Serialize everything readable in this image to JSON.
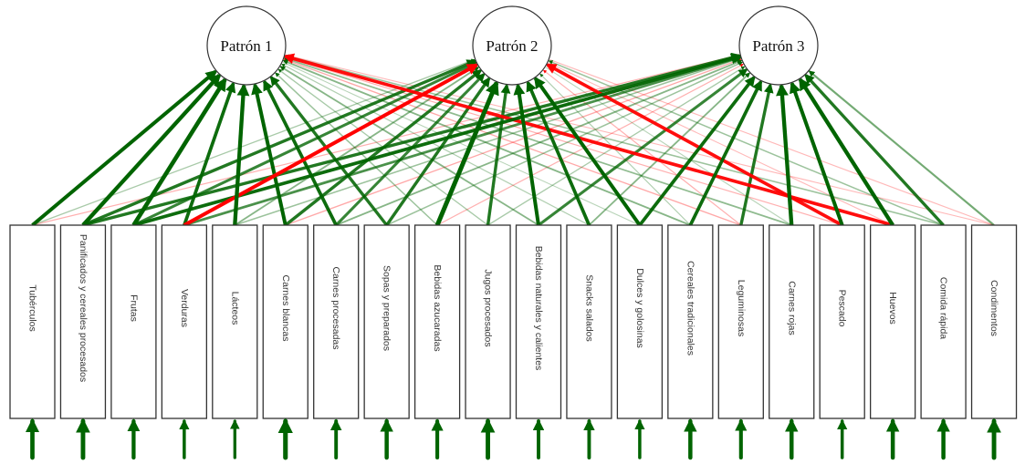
{
  "diagram": {
    "type": "structural equation / factor loading path diagram",
    "latents": [
      {
        "id": "p1",
        "label": "Patrón 1"
      },
      {
        "id": "p2",
        "label": "Patrón 2"
      },
      {
        "id": "p3",
        "label": "Patrón 3"
      }
    ],
    "indicators": [
      {
        "label": "Tubérculos",
        "residual": 0.8
      },
      {
        "label": "Panificados y cereales procesados",
        "residual": 0.85
      },
      {
        "label": "Frutas",
        "residual": 0.7
      },
      {
        "label": "Verduras",
        "residual": 0.5
      },
      {
        "label": "Lácteos",
        "residual": 0.45
      },
      {
        "label": "Carnes blancas",
        "residual": 0.9
      },
      {
        "label": "Carnes procesadas",
        "residual": 0.6
      },
      {
        "label": "Sopas y preparados",
        "residual": 0.75
      },
      {
        "label": "Bebidas azucaradas",
        "residual": 0.65
      },
      {
        "label": "Jugos procesados",
        "residual": 0.85
      },
      {
        "label": "Bebidas naturales y calientes",
        "residual": 0.6
      },
      {
        "label": "Snacks salados",
        "residual": 0.6
      },
      {
        "label": "Dulces y golosinas",
        "residual": 0.5
      },
      {
        "label": "Cereales tradicionales",
        "residual": 0.75
      },
      {
        "label": "Leguminosas",
        "residual": 0.65
      },
      {
        "label": "Carnes rojas",
        "residual": 0.75
      },
      {
        "label": "Pescado",
        "residual": 0.5
      },
      {
        "label": "Huevos",
        "residual": 0.75
      },
      {
        "label": "Comida rápida",
        "residual": 0.75
      },
      {
        "label": "Condimentos",
        "residual": 0.85
      }
    ],
    "loadings": {
      "p1": [
        0.55,
        0.6,
        0.65,
        0.5,
        0.6,
        0.55,
        0.5,
        0.45,
        0.15,
        0.12,
        0.2,
        0.1,
        0.08,
        0.2,
        -0.12,
        0.18,
        -0.1,
        -0.5,
        0.15,
        -0.08
      ],
      "p2": [
        0.12,
        0.45,
        0.4,
        -0.55,
        0.2,
        0.45,
        0.4,
        0.45,
        0.7,
        0.45,
        0.55,
        0.5,
        0.55,
        0.1,
        -0.1,
        0.08,
        -0.5,
        -0.08,
        0.15,
        -0.08
      ],
      "p3": [
        -0.1,
        0.45,
        0.5,
        0.35,
        0.15,
        -0.12,
        0.2,
        0.15,
        -0.1,
        0.12,
        0.4,
        0.2,
        0.5,
        0.5,
        0.45,
        0.6,
        0.55,
        0.6,
        0.45,
        0.25
      ]
    },
    "colors": {
      "positive": "#006400",
      "negative": "#ff0000",
      "node_stroke": "#333333",
      "box_stroke": "#333333",
      "background": "#ffffff"
    }
  }
}
